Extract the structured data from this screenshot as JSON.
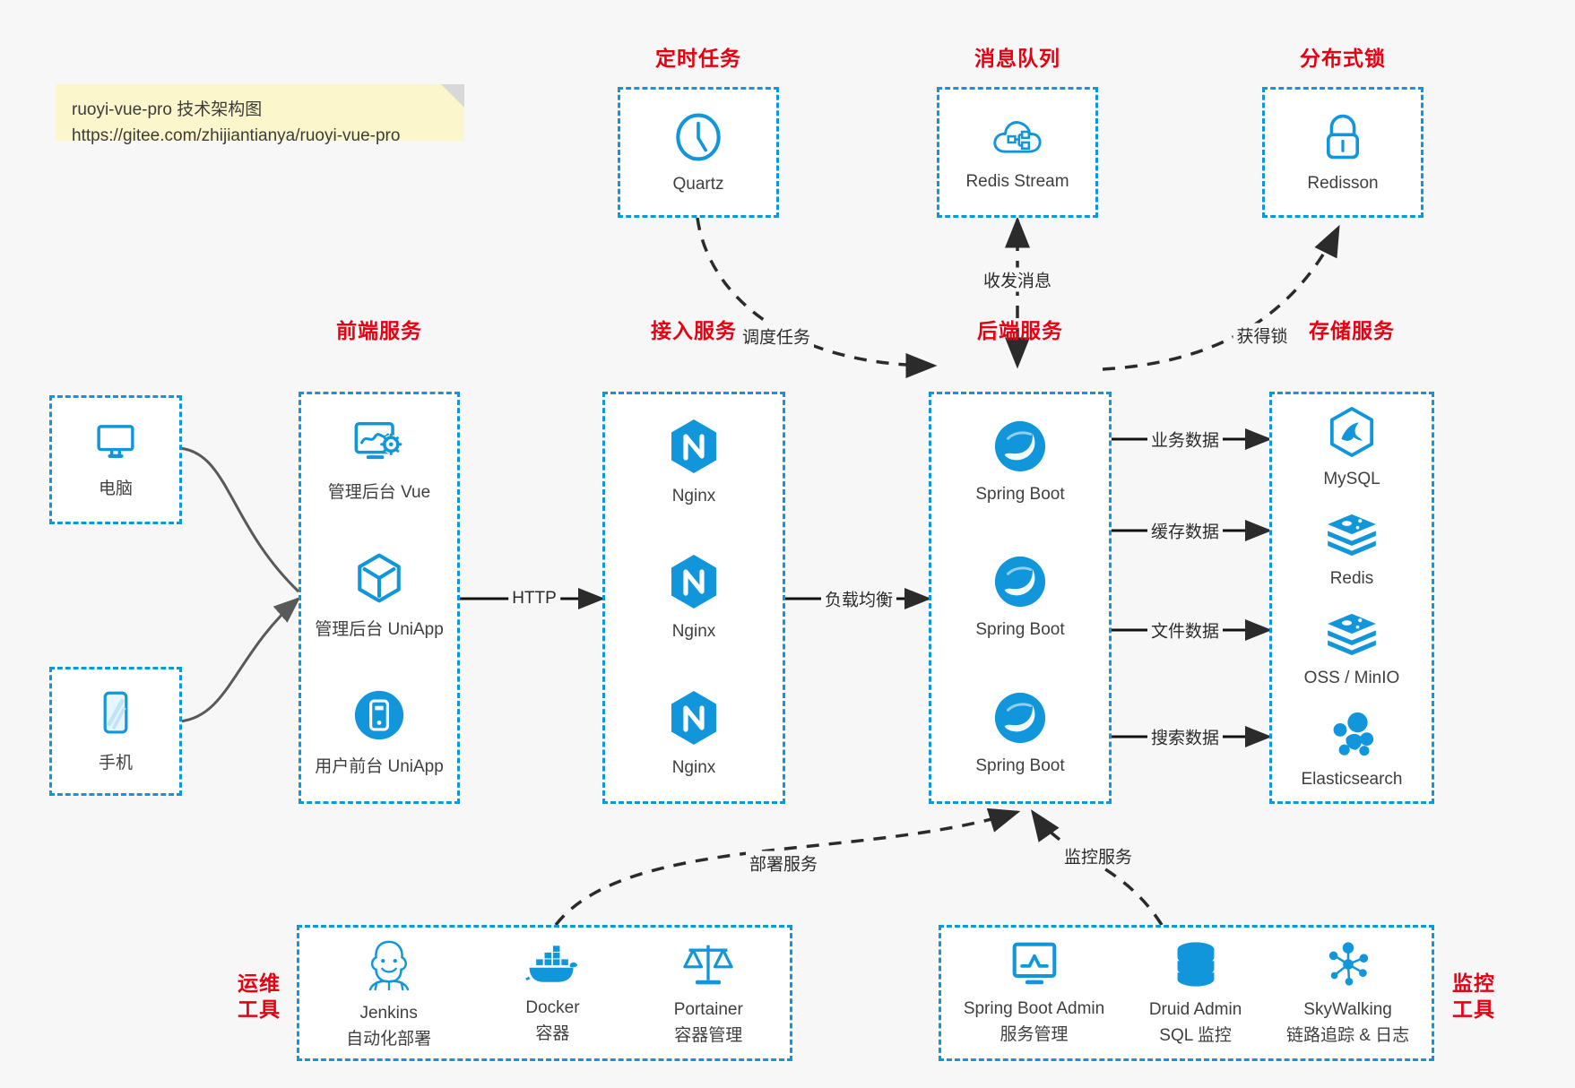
{
  "note": {
    "line1": "ruoyi-vue-pro 技术架构图",
    "line2": "https://gitee.com/zhijiantianya/ruoyi-vue-pro"
  },
  "colors": {
    "accent_blue": "#1296db",
    "caption_red": "#e60012",
    "edge_gray": "#595959",
    "note_yellow": "#fbf6cb",
    "page_bg": "#f7f7f7"
  },
  "groups": {
    "scheduler": {
      "caption": "定时任务",
      "nodes": [
        {
          "label": "Quartz",
          "icon": "clock-icon"
        }
      ]
    },
    "mq": {
      "caption": "消息队列",
      "nodes": [
        {
          "label": "Redis Stream",
          "icon": "cloud-stream-icon"
        }
      ]
    },
    "lock": {
      "caption": "分布式锁",
      "nodes": [
        {
          "label": "Redisson",
          "icon": "lock-icon"
        }
      ]
    },
    "clients": {
      "nodes": [
        {
          "label": "电脑",
          "icon": "desktop-icon"
        },
        {
          "label": "手机",
          "icon": "mobile-icon"
        }
      ]
    },
    "frontend": {
      "caption": "前端服务",
      "nodes": [
        {
          "label": "管理后台 Vue",
          "icon": "dashboard-gear-icon"
        },
        {
          "label": "管理后台 UniApp",
          "icon": "cube-icon"
        },
        {
          "label": "用户前台 UniApp",
          "icon": "app-icon"
        }
      ]
    },
    "gateway": {
      "caption": "接入服务",
      "nodes": [
        {
          "label": "Nginx",
          "icon": "nginx-icon"
        },
        {
          "label": "Nginx",
          "icon": "nginx-icon"
        },
        {
          "label": "Nginx",
          "icon": "nginx-icon"
        }
      ]
    },
    "backend": {
      "caption": "后端服务",
      "nodes": [
        {
          "label": "Spring Boot",
          "icon": "spring-boot-icon"
        },
        {
          "label": "Spring Boot",
          "icon": "spring-boot-icon"
        },
        {
          "label": "Spring Boot",
          "icon": "spring-boot-icon"
        }
      ]
    },
    "storage": {
      "caption": "存储服务",
      "nodes": [
        {
          "label": "MySQL",
          "icon": "mysql-icon"
        },
        {
          "label": "Redis",
          "icon": "redis-icon"
        },
        {
          "label": "OSS / MinIO",
          "icon": "redis-icon"
        },
        {
          "label": "Elasticsearch",
          "icon": "elasticsearch-icon"
        }
      ]
    },
    "devops": {
      "caption": "运维\n工具",
      "caption_line1": "运维",
      "caption_line2": "工具",
      "nodes": [
        {
          "label": "Jenkins",
          "sub": "自动化部署",
          "icon": "jenkins-icon"
        },
        {
          "label": "Docker",
          "sub": "容器",
          "icon": "docker-icon"
        },
        {
          "label": "Portainer",
          "sub": "容器管理",
          "icon": "scales-icon"
        }
      ]
    },
    "monitoring": {
      "caption_line1": "监控",
      "caption_line2": "工具",
      "nodes": [
        {
          "label": "Spring Boot Admin",
          "sub": "服务管理",
          "icon": "monitor-chart-icon"
        },
        {
          "label": "Druid Admin",
          "sub": "SQL 监控",
          "icon": "database-icon"
        },
        {
          "label": "SkyWalking",
          "sub": "链路追踪 & 日志",
          "icon": "skywalking-icon"
        }
      ]
    }
  },
  "edges": [
    {
      "id": "schedule",
      "label": "调度任务"
    },
    {
      "id": "mq-msg",
      "label": "收发消息"
    },
    {
      "id": "get-lock",
      "label": "获得锁"
    },
    {
      "id": "http",
      "label": "HTTP"
    },
    {
      "id": "lb",
      "label": "负载均衡"
    },
    {
      "id": "biz-data",
      "label": "业务数据"
    },
    {
      "id": "cache-data",
      "label": "缓存数据"
    },
    {
      "id": "file-data",
      "label": "文件数据"
    },
    {
      "id": "search-data",
      "label": "搜索数据"
    },
    {
      "id": "deploy",
      "label": "部署服务"
    },
    {
      "id": "monitor",
      "label": "监控服务"
    }
  ]
}
